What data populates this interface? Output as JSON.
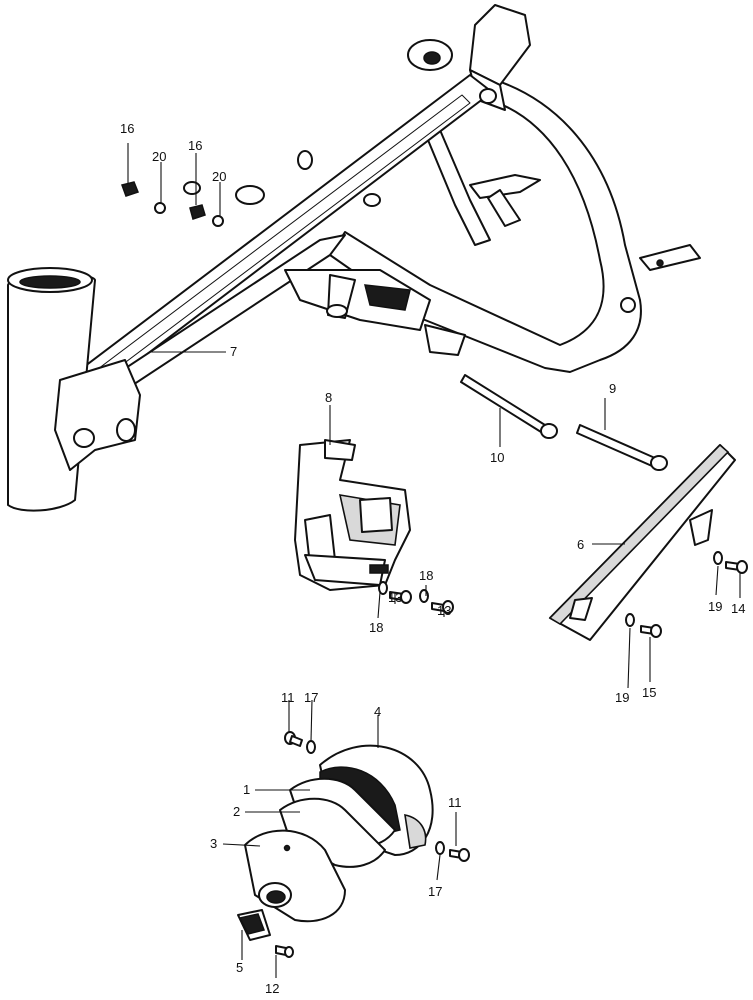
{
  "callouts": {
    "c1": "1",
    "c2": "2",
    "c3": "3",
    "c4": "4",
    "c5": "5",
    "c6": "6",
    "c7": "7",
    "c8": "8",
    "c9": "9",
    "c10": "10",
    "c11a": "11",
    "c11b": "11",
    "c12": "12",
    "c13a": "13",
    "c13b": "13",
    "c14": "14",
    "c15": "15",
    "c16a": "16",
    "c16b": "16",
    "c17a": "17",
    "c17b": "17",
    "c18a": "18",
    "c18b": "18",
    "c19a": "19",
    "c19b": "19",
    "c20a": "20",
    "c20b": "20"
  }
}
